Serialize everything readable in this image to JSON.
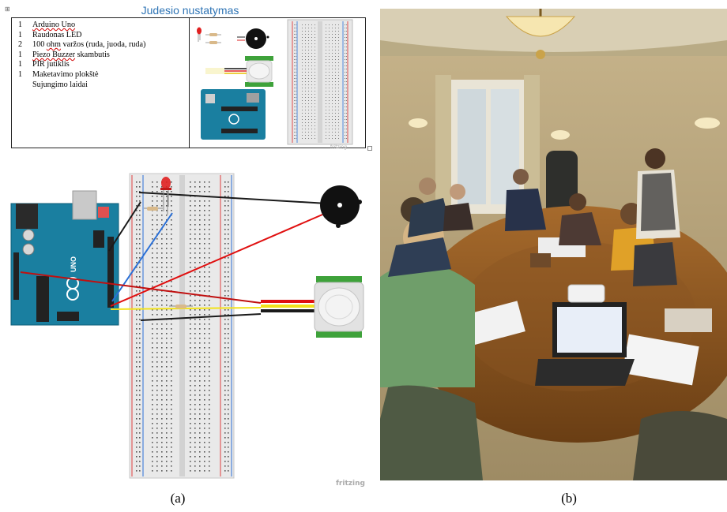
{
  "figure_a": {
    "title": "Judesio nustatymas",
    "parts": [
      {
        "qty": "1",
        "name": "Arduino Uno",
        "underline": "Arduino Uno"
      },
      {
        "qty": "1",
        "name": "Raudonas LED",
        "underline": ""
      },
      {
        "qty": "2",
        "name": "100 ohm varžos (ruda, juoda, ruda)",
        "underline": "ohm"
      },
      {
        "qty": "1",
        "name": "Piezo Buzzer skambutis",
        "underline": "Piezo Buzzer"
      },
      {
        "qty": "1",
        "name": "PIR jutiklis",
        "underline": ""
      },
      {
        "qty": "1",
        "name": "Maketavimo plokštė",
        "underline": ""
      },
      {
        "qty": "",
        "name": "Sujungimo laidai",
        "underline": ""
      }
    ],
    "watermark_small": "fritzing",
    "watermark_large": "fritzing",
    "wire_colors": {
      "black": "#1a1a1a",
      "red": "#e01010",
      "blue": "#2a6fd6",
      "yellow": "#f2e21a",
      "board_blue": "#1a7fa0",
      "pir_green": "#3ea23a"
    }
  },
  "captions": {
    "a": "(a)",
    "b": "(b)"
  }
}
